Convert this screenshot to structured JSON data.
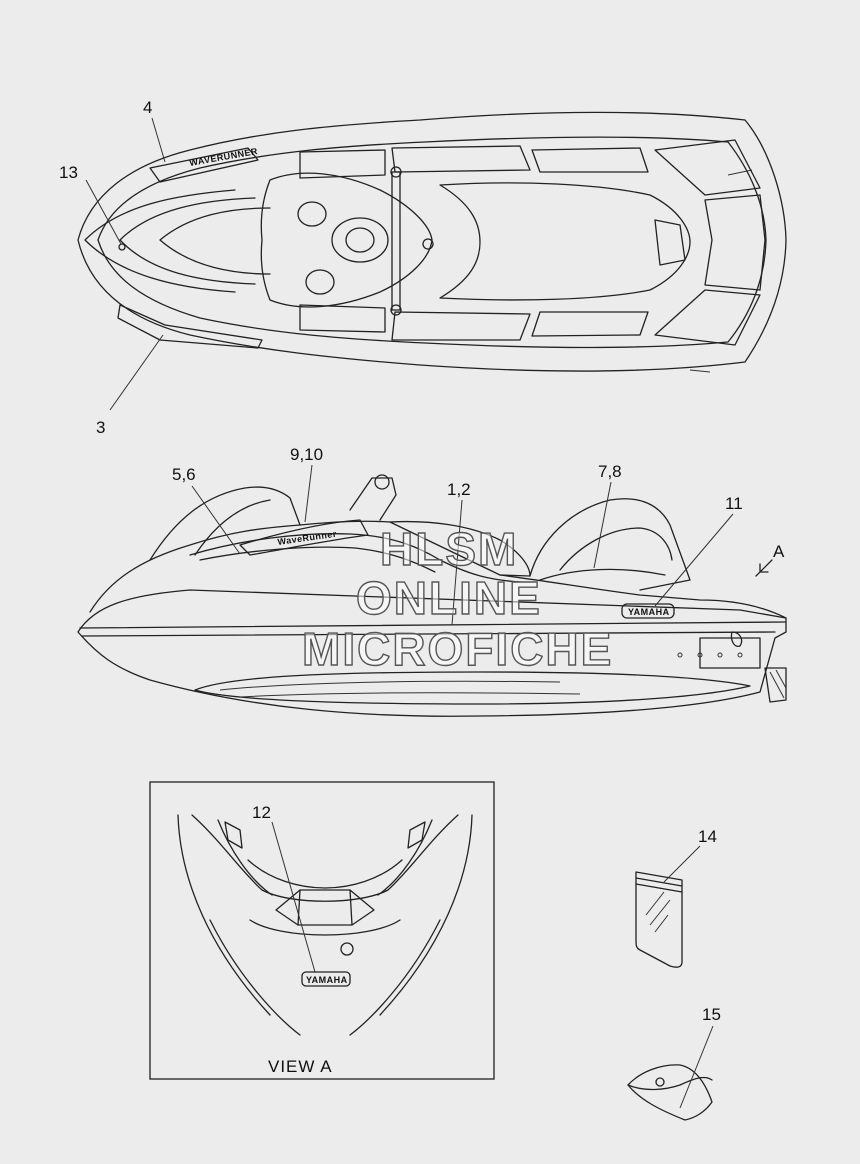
{
  "callouts": {
    "c4": "4",
    "c13": "13",
    "c3": "3",
    "c9_10": "9,10",
    "c5_6": "5,6",
    "c1_2": "1,2",
    "c7_8": "7,8",
    "c11": "11",
    "cA": "A",
    "c12": "12",
    "c14": "14",
    "c15": "15"
  },
  "view_label": "VIEW A",
  "watermark": {
    "line1": "HLSM",
    "line2": "ONLINE",
    "line3": "MICROFICHE"
  },
  "decals": {
    "side_logo": "YAMAHA",
    "rear_logo": "YAMAHA"
  }
}
